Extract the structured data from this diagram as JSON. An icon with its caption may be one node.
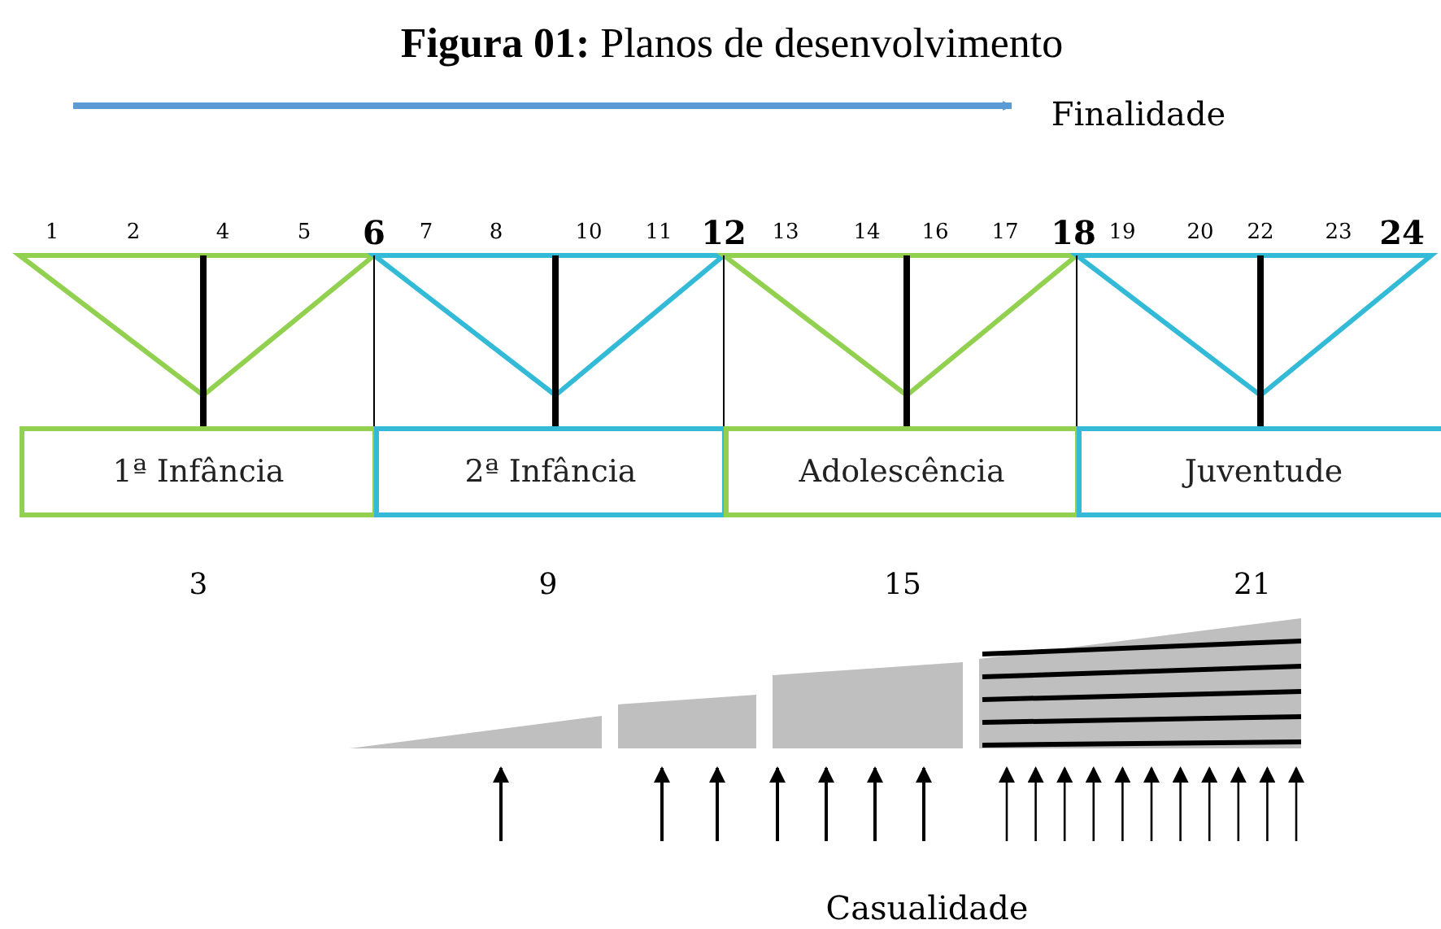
{
  "diagram": {
    "title": "**Figura 01:** Planos de desenvolvimento",
    "nodes": [
      {
        "text": [
          "1ª Infância"
        ]
      },
      {
        "text": [
          "2ª Infância"
        ]
      },
      {
        "text": [
          "Adolescência"
        ]
      },
      {
        "text": [
          "Juventude"
        ]
      }
    ],
    "labels": [
      "Finalidade",
      "1",
      "2",
      "4",
      "5",
      "6",
      "7",
      "8",
      "10",
      "11",
      "12",
      "13",
      "14",
      "16",
      "17",
      "18",
      "19",
      "20",
      "22",
      "23",
      "24",
      "3",
      "9",
      "15",
      "21",
      "Casualidade"
    ]
  }
}
